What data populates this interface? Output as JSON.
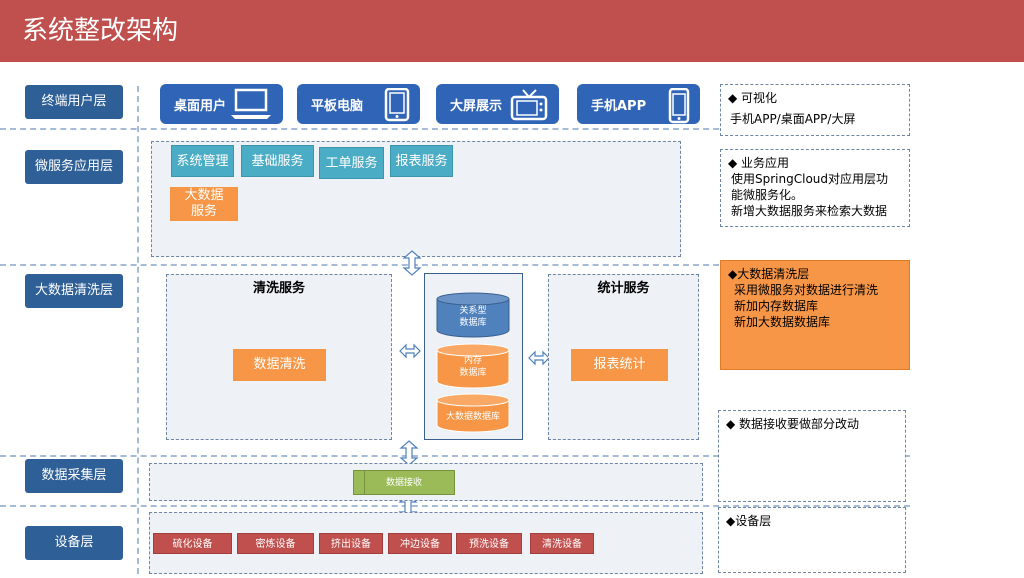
{
  "title": "系统整改架构",
  "layers": [
    "终端用户层",
    "微服务应用层",
    "大数据清洗层",
    "数据采集层",
    "设备层"
  ],
  "devices": [
    {
      "label": "桌面用户",
      "icon": "laptop-icon"
    },
    {
      "label": "平板电脑",
      "icon": "tablet-icon"
    },
    {
      "label": "大屏展示",
      "icon": "tv-icon"
    },
    {
      "label": "手机APP",
      "icon": "phone-icon"
    }
  ],
  "microservices": {
    "teal": [
      "系统管理",
      "基础服务",
      "工单服务",
      "报表服务"
    ],
    "orange": "大数据\n服务"
  },
  "cleaning": {
    "left_title": "清洗服务",
    "left_item": "数据清洗",
    "right_title": "统计服务",
    "right_item": "报表统计",
    "dbs": [
      "关系型\n数据库",
      "内存\n数据库",
      "大数据数据库"
    ]
  },
  "collection": {
    "item": "数据接收"
  },
  "equipment": [
    "硫化设备",
    "密炼设备",
    "挤出设备",
    "冲边设备",
    "预洗设备",
    "清洗设备"
  ],
  "notes": [
    {
      "title": "◆ 可视化",
      "desc": "手机APP/桌面APP/大屏"
    },
    {
      "title": "◆ 业务应用",
      "desc": "使用SpringCloud对应用层功\n能微服务化。\n新增大数据服务来检索大数据"
    },
    {
      "title": "◆大数据清洗层",
      "desc": "采用微服务对数据进行清洗\n新加内存数据库\n新加大数据数据库"
    },
    {
      "title": "◆ 数据接收要做部分改动",
      "desc": ""
    },
    {
      "title": "◆设备层",
      "desc": ""
    }
  ],
  "colors": {
    "header": "#c0504d",
    "layer": "#2e5f96",
    "device": "#2f64b7",
    "teal": "#4bacc6",
    "orange": "#f79646",
    "green": "#9bbb59",
    "red": "#c0504d",
    "db_blue": "#4f81bd"
  }
}
